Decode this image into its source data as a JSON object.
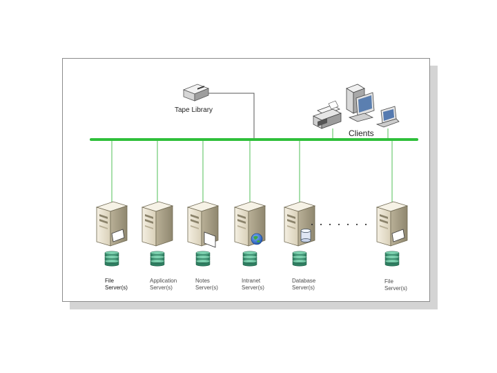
{
  "diagram": {
    "tape_library": {
      "label": "Tape Library",
      "icon": "tape-library-icon"
    },
    "clients": {
      "label": "Clients",
      "devices": [
        "printer-icon",
        "desktop-computer-icon",
        "laptop-icon"
      ]
    },
    "servers": [
      {
        "line1": "File",
        "line2": "Server(s)",
        "icon": "file-server-icon",
        "badge": "folder"
      },
      {
        "line1": "Application",
        "line2": "Server(s)",
        "icon": "application-server-icon",
        "badge": "none"
      },
      {
        "line1": "Notes",
        "line2": "Server(s)",
        "icon": "notes-server-icon",
        "badge": "note"
      },
      {
        "line1": "Intranet",
        "line2": "Server(s)",
        "icon": "intranet-server-icon",
        "badge": "globe"
      },
      {
        "line1": "Database",
        "line2": "Server(s)",
        "icon": "database-server-icon",
        "badge": "cylinder"
      },
      {
        "line1": "File",
        "line2": "Server(s)",
        "icon": "file-server-icon",
        "badge": "folder"
      }
    ],
    "colors": {
      "backbone": "#2fbf3a",
      "link": "#4fbf55",
      "server_body": "#e9e2cf",
      "server_dark": "#a59c83",
      "disk": "#3c9a78"
    }
  }
}
